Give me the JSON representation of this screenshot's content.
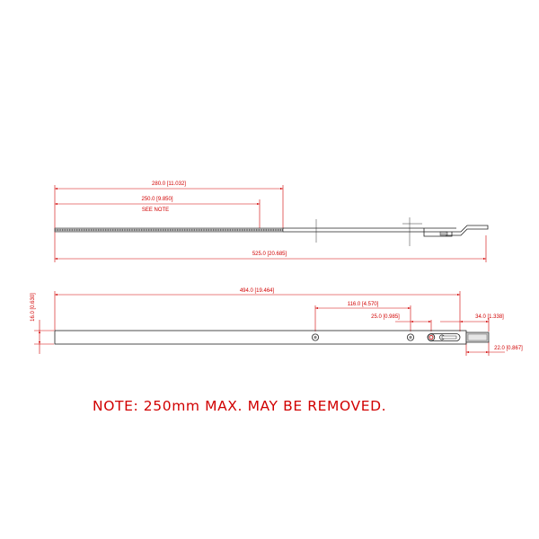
{
  "drawing": {
    "colors": {
      "dimension": "#d10000",
      "part": "#222222",
      "background": "#ffffff"
    },
    "side_view": {
      "dims": {
        "d280": "280.0 [11.032]",
        "d250": "250.0 [9.850]",
        "see_note": "SEE NOTE",
        "d525": "525.0 [20.685]"
      }
    },
    "top_view": {
      "dims": {
        "d494": "494.0 [19.464]",
        "d116": "116.0 [4.570]",
        "d25": "25.0 [0.985]",
        "d34": "34.0 [1.338]",
        "d16": "16.0 [0.630]",
        "d22": "22.0 [0.867]"
      }
    },
    "note": "NOTE:  250mm  MAX.  MAY  BE  REMOVED."
  }
}
